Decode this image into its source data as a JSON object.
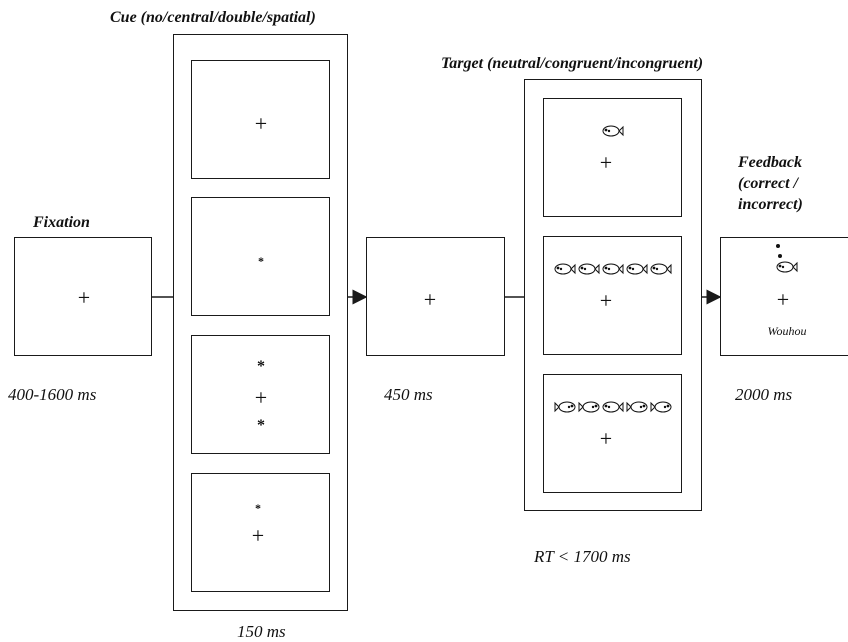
{
  "headings": {
    "cue": "Cue (no/central/double/spatial)",
    "target": "Target (neutral/congruent/incongruent)",
    "fixation": "Fixation",
    "feedback_line1": "Feedback",
    "feedback_line2": "(correct /",
    "feedback_line3": "incorrect)"
  },
  "timings": {
    "fixation": "400-1600 ms",
    "cue": "150 ms",
    "interval": "450 ms",
    "target": "RT < 1700 ms",
    "feedback": "2000 ms"
  },
  "symbols": {
    "fixation_cross": "+",
    "cue_star": "*"
  },
  "feedback_word": "Wouhou",
  "icons": {
    "target_stimulus": "fish-icon"
  },
  "colors": {
    "line": "#1a1a1a",
    "background": "#ffffff"
  }
}
